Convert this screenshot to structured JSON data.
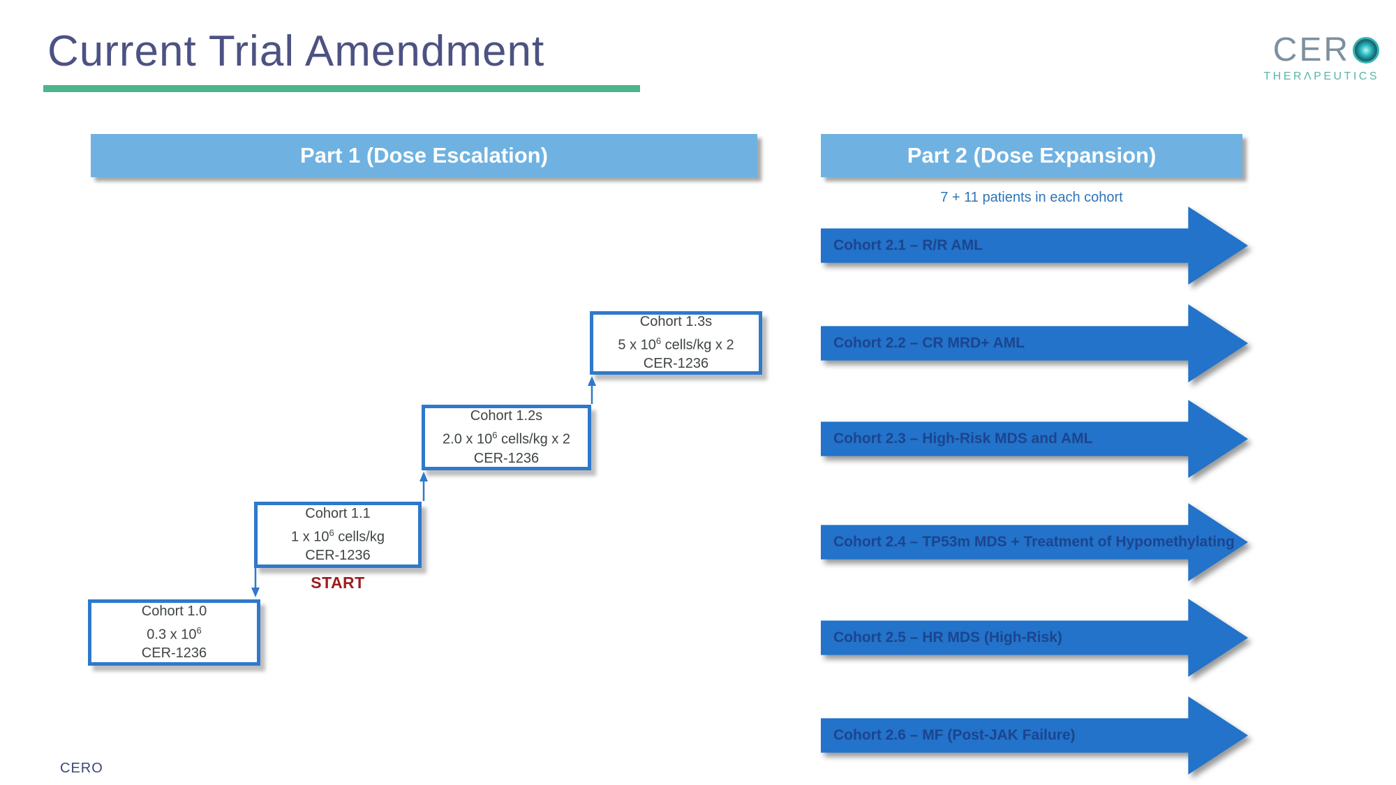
{
  "slide": {
    "title": "Current Trial Amendment",
    "footer": "CERO"
  },
  "logo": {
    "brand": "CER",
    "subtitle": "THERΛPEUTICS"
  },
  "part1": {
    "header": "Part 1 (Dose Escalation)",
    "start_label": "START",
    "cohorts": [
      {
        "name": "Cohort 1.0",
        "dose_base": "0.3 x 10",
        "dose_exp": "6",
        "dose_suffix": "",
        "agent": "CER-1236"
      },
      {
        "name": "Cohort 1.1",
        "dose_base": "1 x 10",
        "dose_exp": "6",
        "dose_suffix": " cells/kg",
        "agent": "CER-1236"
      },
      {
        "name": "Cohort 1.2s",
        "dose_base": "2.0 x 10",
        "dose_exp": "6",
        "dose_suffix": " cells/kg x 2",
        "agent": "CER-1236"
      },
      {
        "name": "Cohort 1.3s",
        "dose_base": "5 x 10",
        "dose_exp": "6",
        "dose_suffix": " cells/kg x 2",
        "agent": "CER-1236"
      }
    ]
  },
  "part2": {
    "header": "Part 2 (Dose Expansion)",
    "note": "7 + 11 patients in each cohort",
    "cohorts": [
      {
        "label": "Cohort 2.1 – R/R AML"
      },
      {
        "label": "Cohort 2.2 – CR MRD+ AML"
      },
      {
        "label": "Cohort 2.3 – High-Risk MDS and AML"
      },
      {
        "label": "Cohort 2.4 – TP53m MDS + Treatment of Hypomethylating"
      },
      {
        "label": "Cohort 2.5 – HR MDS (High-Risk)"
      },
      {
        "label": "Cohort 2.6 – MF (Post-JAK Failure)"
      }
    ]
  },
  "colors": {
    "title": "#4c5282",
    "underline_teal": "#4db48e",
    "header_blue": "#6fb2e1",
    "arrow_blue": "#2273c9",
    "box_border_blue": "#2e79cb",
    "start_red": "#9e1c1c",
    "note_blue": "#2e74b6"
  }
}
